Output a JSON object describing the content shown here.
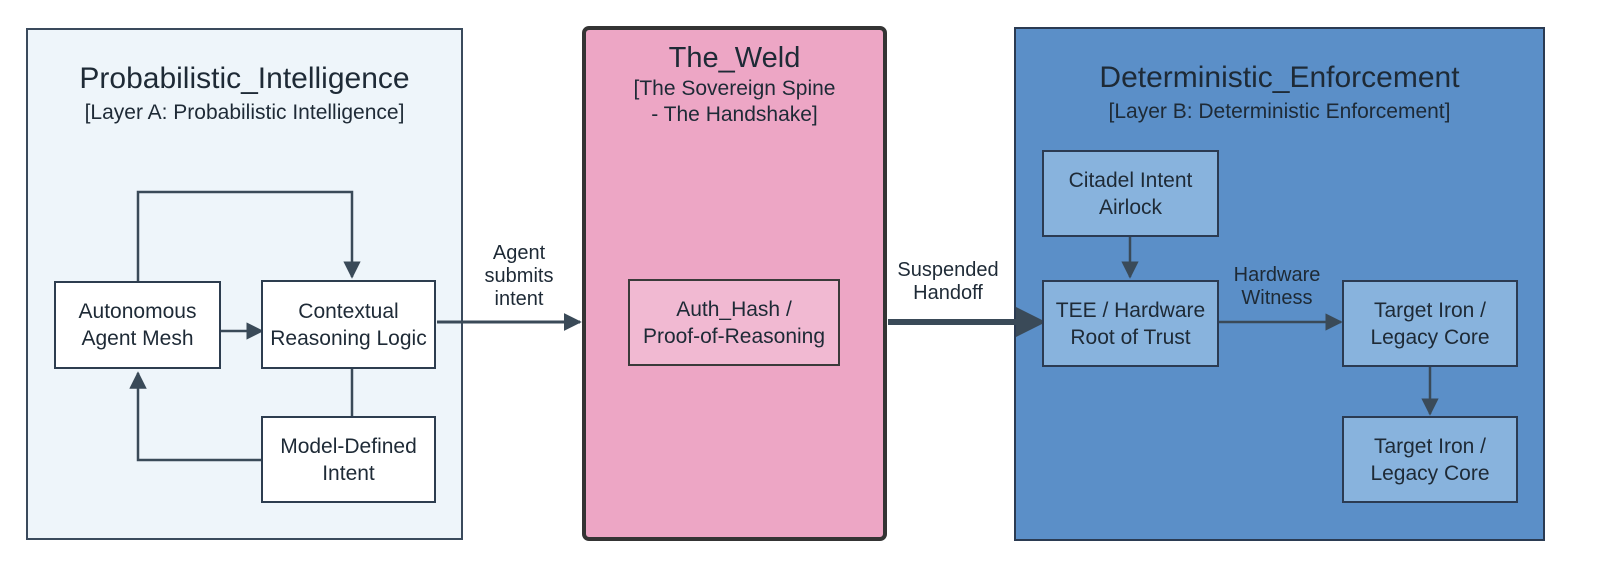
{
  "layer_a": {
    "title": "Probabilistic_Intelligence",
    "subtitle": "[Layer A: Probabilistic Intelligence]",
    "nodes": {
      "agent_mesh": "Autonomous\nAgent Mesh",
      "reasoning_logic": "Contextual\nReasoning Logic",
      "model_intent": "Model-Defined\nIntent"
    }
  },
  "weld": {
    "title": "The_Weld",
    "subtitle": "[The Sovereign Spine\n- The Handshake]",
    "nodes": {
      "auth_hash": "Auth_Hash /\nProof-of-Reasoning"
    }
  },
  "layer_b": {
    "title": "Deterministic_Enforcement",
    "subtitle": "[Layer B: Deterministic Enforcement]",
    "nodes": {
      "airlock": "Citadel Intent\nAirlock",
      "tee": "TEE / Hardware\nRoot of Trust",
      "target_1": "Target Iron /\nLegacy Core",
      "target_2": "Target Iron /\nLegacy Core"
    }
  },
  "edges": {
    "agent_submits": "Agent\nsubmits\nintent",
    "suspended_handoff": "Suspended\nHandoff",
    "hardware_witness": "Hardware\nWitness"
  },
  "colors": {
    "layer_a_bg": "#eef5fa",
    "weld_bg": "#eda6c5",
    "layer_b_bg": "#5b8fc8",
    "connector": "#3a4a58"
  }
}
